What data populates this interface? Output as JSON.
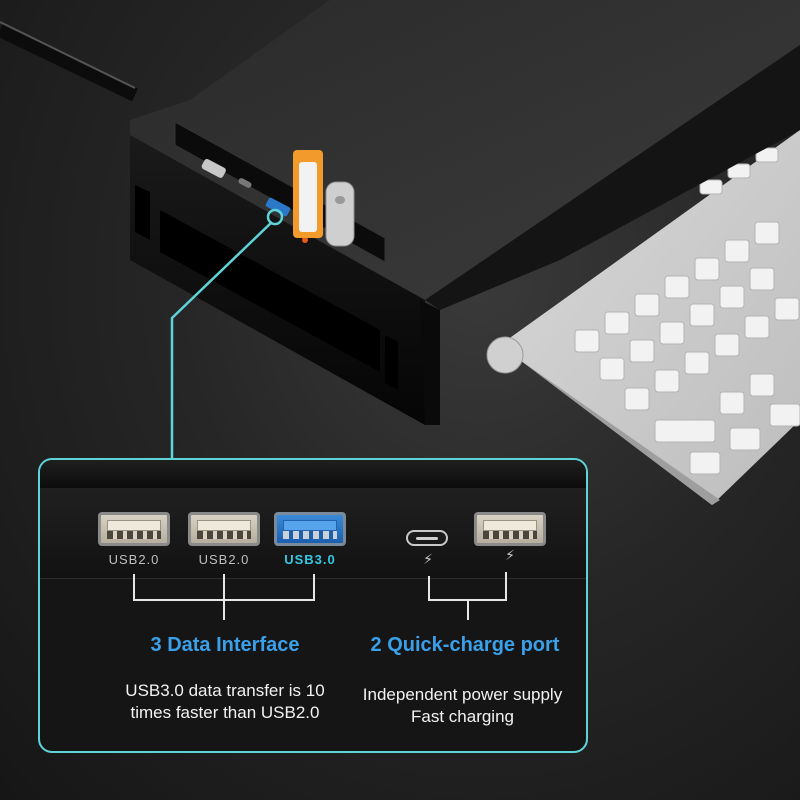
{
  "ports": [
    {
      "label": "USB2.0",
      "type": "usb-a",
      "highlight": false
    },
    {
      "label": "USB2.0",
      "type": "usb-a",
      "highlight": false
    },
    {
      "label": "USB3.0",
      "type": "usb-a-blue",
      "highlight": true
    },
    {
      "label": "",
      "type": "usb-c-charging"
    },
    {
      "label": "",
      "type": "usb-a-charging"
    }
  ],
  "groups": {
    "data": {
      "title": "3 Data Interface",
      "desc_line1": "USB3.0 data transfer is 10",
      "desc_line2": "times faster than USB2.0"
    },
    "charge": {
      "title": "2 Quick-charge port",
      "desc_line1": "Independent power supply",
      "desc_line2": "Fast charging"
    }
  },
  "colors": {
    "callout": "#5fd4d8",
    "heading": "#3aa0ea",
    "usb3_label": "#36c8e4",
    "usb3_port": "#2a78c8"
  },
  "icons": [
    "charging-bolt-icon",
    "usb-flash-drive-icon",
    "keyboard-icon"
  ]
}
